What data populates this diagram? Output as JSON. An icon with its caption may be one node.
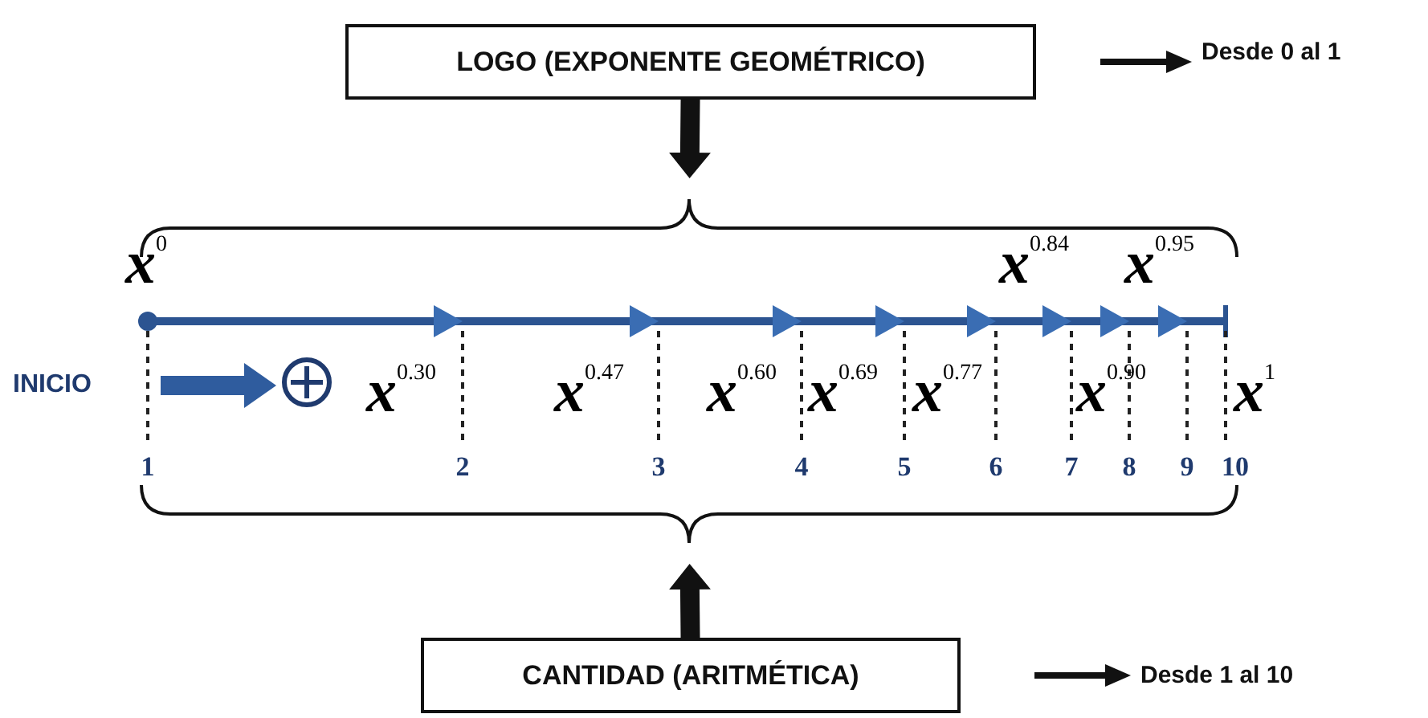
{
  "diagram": {
    "nodes": [
      {
        "text": [
          "LOGO (EXPONENTE GEOMÉTRICO)"
        ]
      },
      {
        "text": [
          "CANTIDAD (ARITMÉTICA)"
        ]
      },
      {
        "text": [
          "Desde 0 al 1"
        ]
      },
      {
        "text": [
          "Desde 1 al 10"
        ]
      },
      {
        "text": [
          "INICIO"
        ]
      },
      {
        "text": [],
        "shape": "circle"
      },
      {
        "text": [],
        "shape": "brace"
      },
      {
        "text": [],
        "shape": "brace"
      }
    ],
    "edges": [
      {
        "from": 0,
        "to": 2,
        "arrow": "to"
      },
      {
        "from": 1,
        "to": 3,
        "arrow": "to"
      },
      {
        "from": 4,
        "to": 5,
        "arrow": "to",
        "color": "#2f5c9e"
      },
      {
        "from": 0,
        "to": 6,
        "arrow": "to"
      },
      {
        "from": 1,
        "to": 7,
        "arrow": "to"
      }
    ],
    "labels": [
      "x$^{0}$",
      "x$^{0.84}$",
      "x$^{0.95}$",
      "x$^{0.30}$",
      "x$^{0.47}$",
      "x$^{0.60}$",
      "x$^{0.69}$",
      "x$^{0.77}$",
      "x$^{0.90}$",
      "x$^{1}$",
      "1",
      "2",
      "3",
      "4",
      "5",
      "6",
      "7",
      "8",
      "9",
      "10"
    ]
  }
}
